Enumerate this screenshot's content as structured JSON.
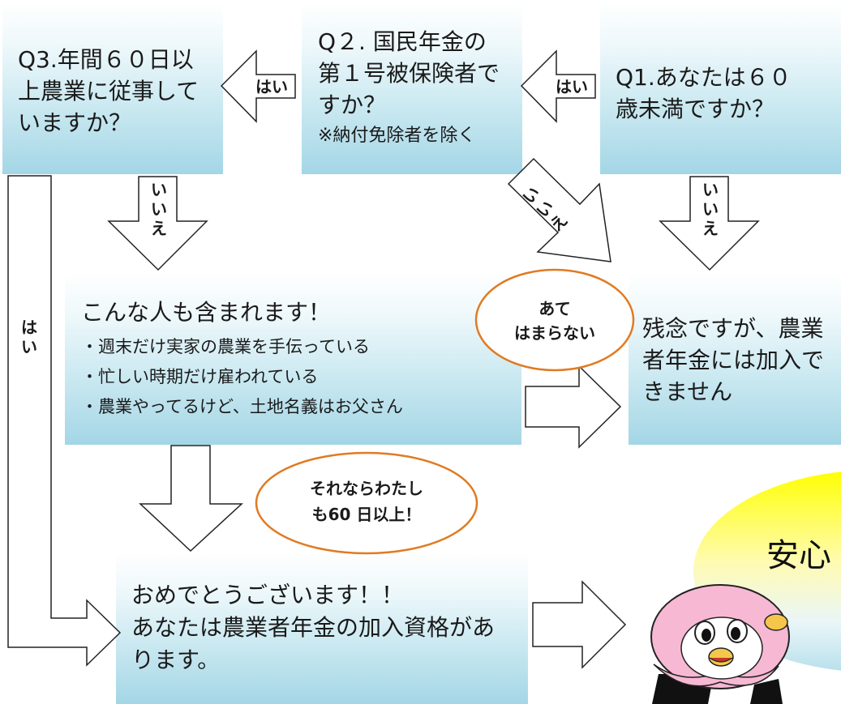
{
  "q1": {
    "line1": "Q1.あなたは６０",
    "line2": "歳未満ですか？"
  },
  "q2": {
    "line1": "Q２. 国民年金の",
    "line2": "第１号被保険者で",
    "line3": "すか？",
    "note": "※納付免除者を除く"
  },
  "q3": {
    "line1": "Q3.年間６０日以",
    "line2": "上農業に従事して",
    "line3": "いますか？"
  },
  "arrows": {
    "yes_q1_to_q2": "はい",
    "yes_q2_to_q3": "はい",
    "no_q1": "いいえ",
    "no_q2": "いいえ",
    "no_q3": "いいえ",
    "yes_q3_direct": "はい"
  },
  "examples": {
    "heading": "こんな人も含まれます！",
    "items": [
      "・週末だけ実家の農業を手伝っている",
      "・忙しい時期だけ雇われている",
      "・農業やってるけど、土地名義はお父さん"
    ]
  },
  "bubble_not_applicable": {
    "line1": "あて",
    "line2": "はまらない"
  },
  "bubble_60days": {
    "line1": "それならわたし",
    "line2": "も60 日以上！"
  },
  "result_no": {
    "line1": "残念ですが、農業",
    "line2": "者年金には加入で",
    "line3": "きません"
  },
  "result_yes": {
    "line1": "おめでとうございます！！",
    "line2": "あなたは農業者年金の加入資格があ",
    "line3": "ります。"
  },
  "reassure": {
    "text": "安心"
  },
  "colors": {
    "box_top": "#ffffff",
    "box_bottom": "#a4d6e6",
    "bubble_border": "#e07b22",
    "reassure_yellow": "#ffff00",
    "mascot_pink": "#f7b8d4"
  }
}
